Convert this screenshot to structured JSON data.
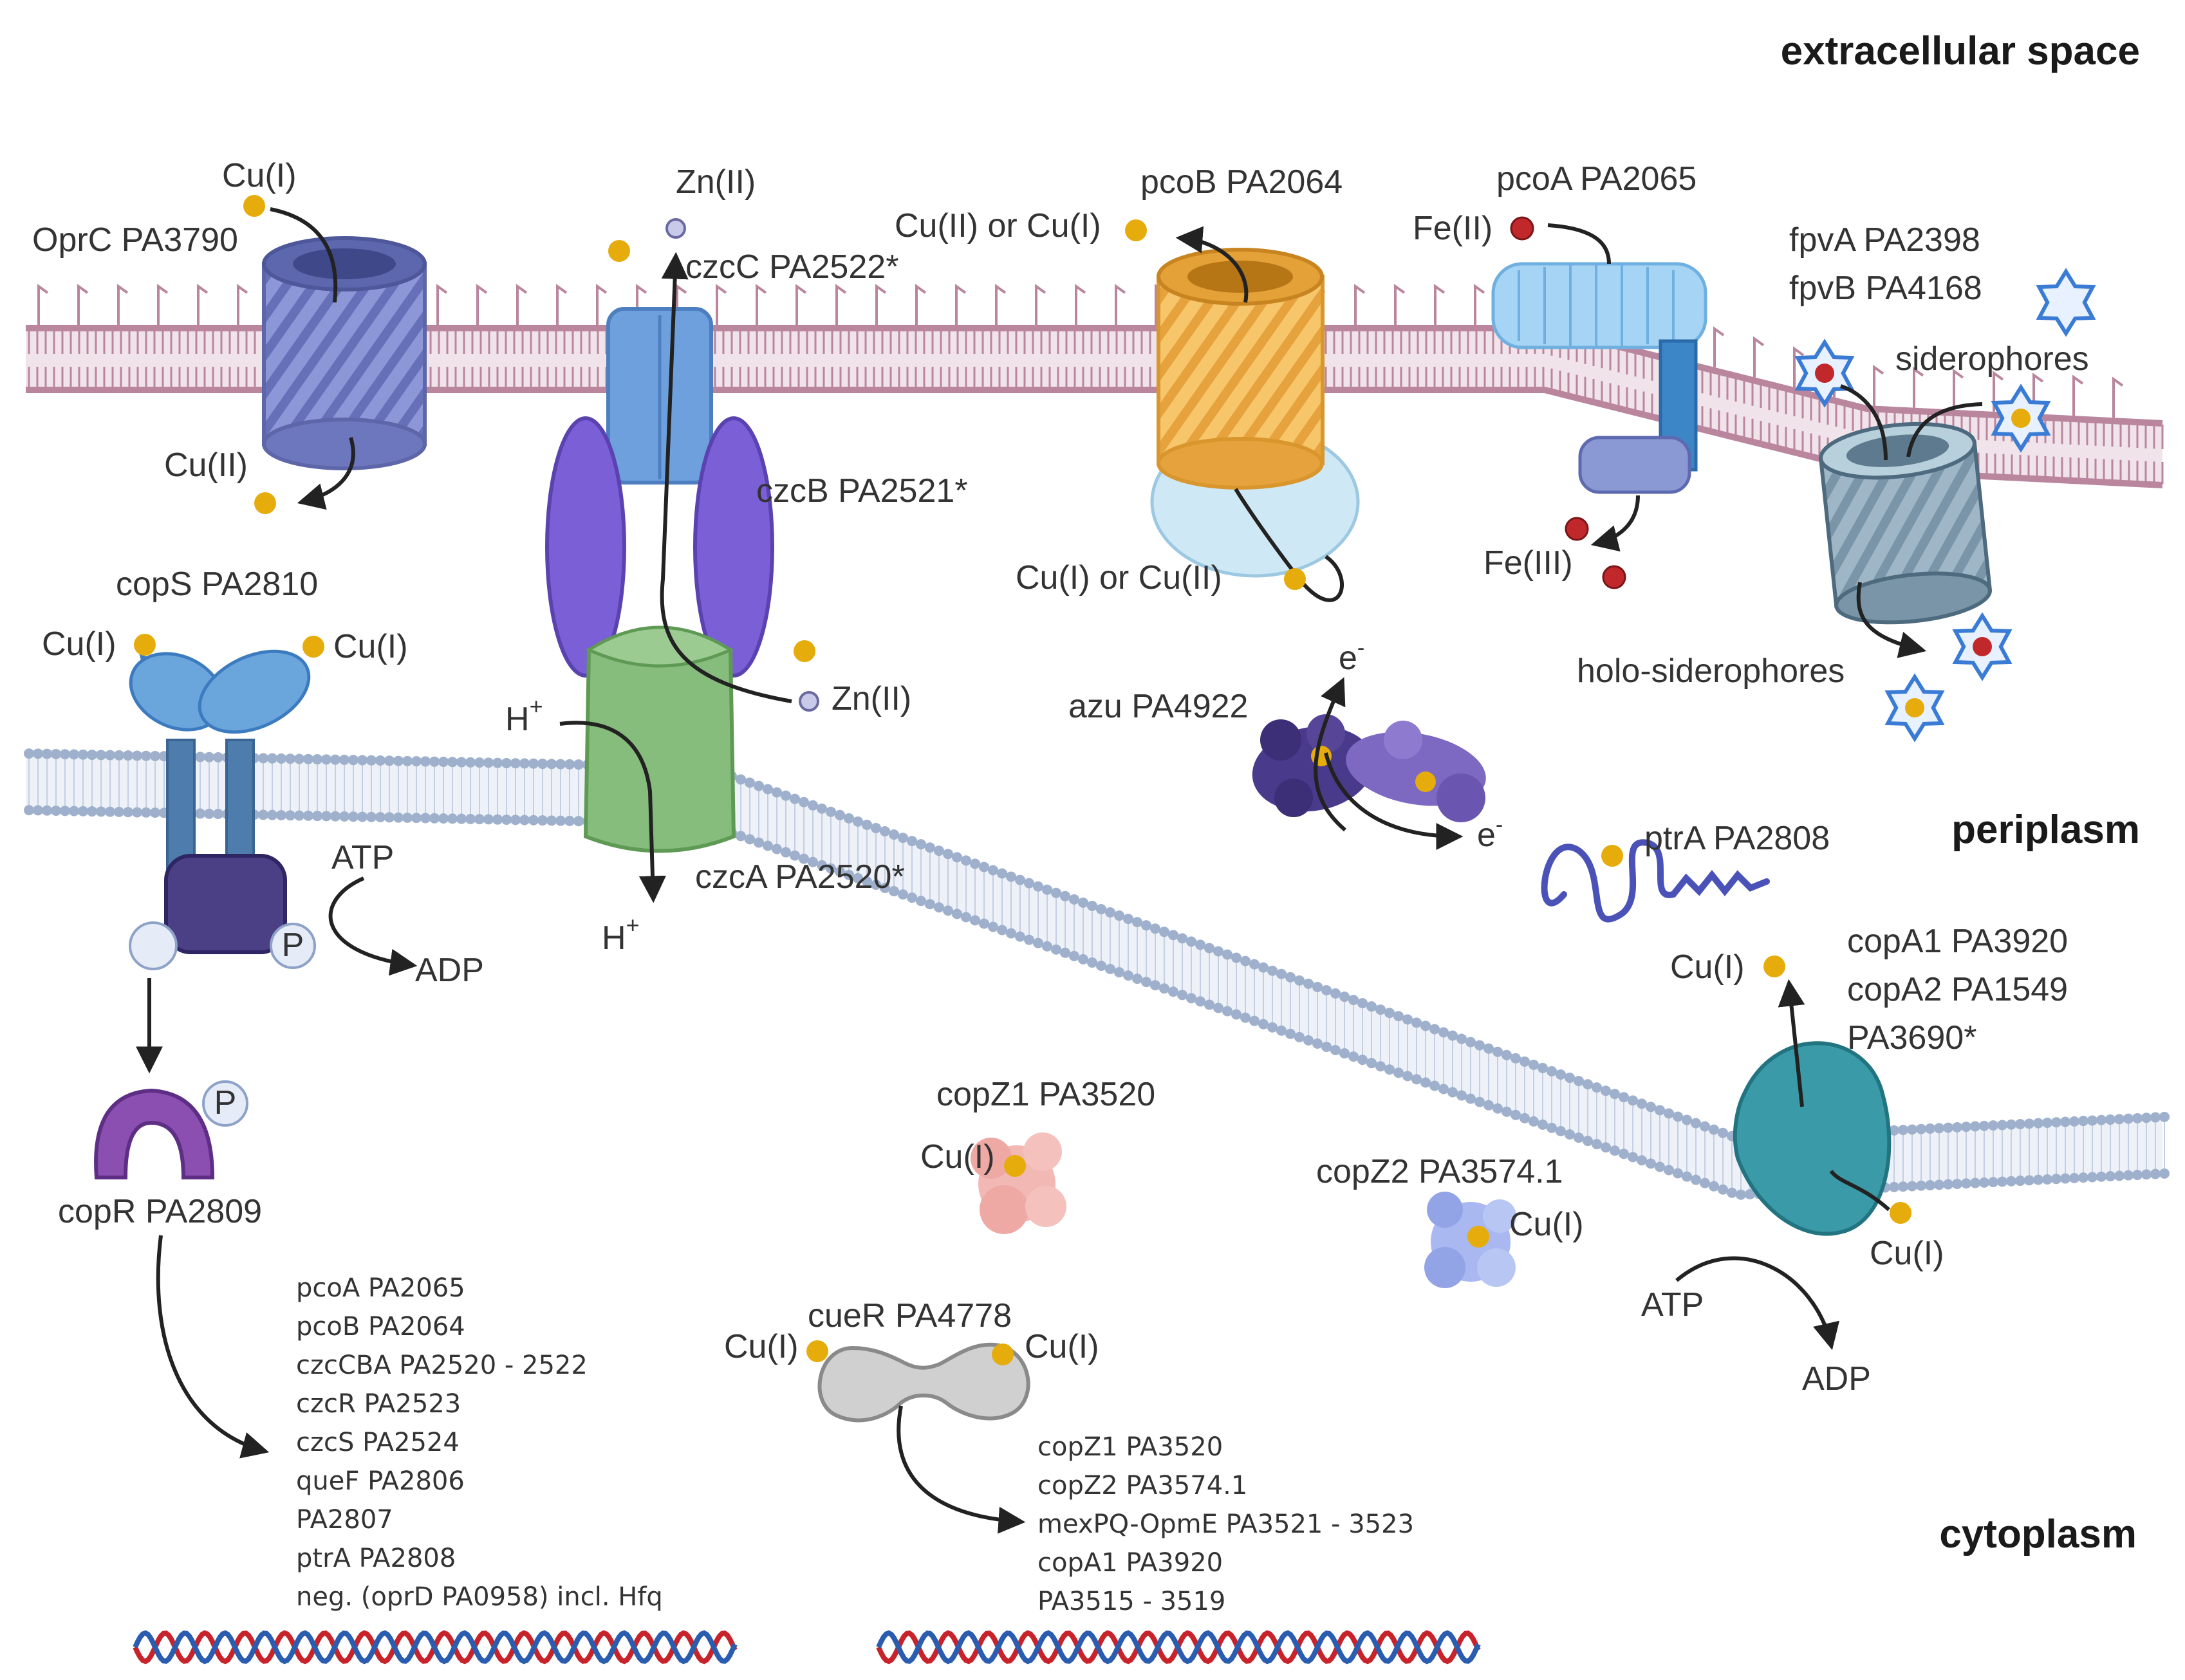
{
  "zones": {
    "extracellular": "extracellular space",
    "periplasm": "periplasm",
    "cytoplasm": "cytoplasm"
  },
  "labels": {
    "oprc": "OprC  PA3790",
    "oprc_cu1": "Cu(I)",
    "oprc_cu2": "Cu(II)",
    "czc_zn_top": "Zn(II)",
    "czcC": "czcC  PA2522*",
    "czcB": "czcB  PA2521*",
    "czcA": "czcA  PA2520*",
    "czc_zn_bottom": "Zn(II)",
    "h_plus_in": "H",
    "h_plus_out": "H",
    "plus": "+",
    "pcoB": "pcoB  PA2064",
    "pcoB_top": "Cu(II) or Cu(I)",
    "pcoB_bottom": "Cu(I) or Cu(II)",
    "pcoA": "pcoA  PA2065",
    "fe2": "Fe(II)",
    "fe3": "Fe(III)",
    "fpvA": "fpvA  PA2398",
    "fpvB": "fpvB  PA4168",
    "siderophores": "siderophores",
    "holo": "holo-siderophores",
    "copS": "copS  PA2810",
    "copS_cu_left": "Cu(I)",
    "copS_cu_right": "Cu(I)",
    "atp_left": "ATP",
    "adp_left": "ADP",
    "p1": "P",
    "p2": "P",
    "copR": "copR  PA2809",
    "azu": "azu  PA4922",
    "e_top": "e",
    "e_bottom": "e",
    "e_sup": "-",
    "ptrA": "ptrA  PA2808",
    "copA1": "copA1  PA3920",
    "copA2": "copA2  PA1549",
    "pa3690": "PA3690*",
    "copA_cu_top": "Cu(I)",
    "copA_cu_bottom": "Cu(I)",
    "atp_right": "ATP",
    "adp_right": "ADP",
    "copZ1": "copZ1  PA3520",
    "copZ1_cu": "Cu(I)",
    "copZ2": "copZ2  PA3574.1",
    "copZ2_cu": "Cu(I)",
    "cueR": "cueR  PA4778",
    "cueR_cu_left": "Cu(I)",
    "cueR_cu_right": "Cu(I)"
  },
  "copR_targets": [
    "pcoA PA2065",
    "pcoB PA2064",
    "czcCBA PA2520 - 2522",
    "czcR PA2523",
    "czcS PA2524",
    "queF PA2806",
    "PA2807",
    "ptrA  PA2808",
    "neg. (oprD PA0958) incl. Hfq"
  ],
  "cueR_targets": [
    "copZ1  PA3520",
    "copZ2  PA3574.1",
    "mexPQ-OpmE PA3521 - 3523",
    "copA1 PA3920",
    "PA3515 - 3519"
  ],
  "colors": {
    "copper": "#e6ac0c",
    "zinc": "#c9c9ea",
    "iron": "#c0282c",
    "outer_membrane": "#b9869e",
    "inner_membrane": "#9fb0cc"
  }
}
